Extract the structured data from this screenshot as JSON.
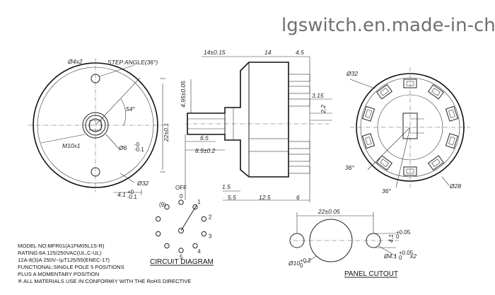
{
  "watermark": "lgswitch.en.made-in-china.com",
  "front_view": {
    "mount_holes": "Ø4x2",
    "step_angle": "STEP ANGLE(36°)",
    "angle": "54°",
    "thread": "M10x1",
    "shaft_dia": "Ø6",
    "shaft_tol_top": "-0",
    "shaft_tol_bot": "-0.1",
    "height": "22±0.1",
    "dia": "Ø32",
    "offset": "4.1",
    "offset_tol_top": "+0",
    "offset_tol_bot": "-0.1"
  },
  "side_view": {
    "dim_a": "14±0.15",
    "dim_b": "14",
    "dim_c": "4.5",
    "dim_d": "4.95±0.05",
    "dim_e": "3.15",
    "dim_f": "2.2",
    "dim_g": "6.5",
    "dim_h": "8.5±0.2",
    "dim_i": "1.5",
    "dim_j": "5.5",
    "dim_k": "12.5",
    "dim_l": "6"
  },
  "rear_view": {
    "dia": "Ø32",
    "angle_1": "36°",
    "angle_2": "36°",
    "inner_dia": "Ø28"
  },
  "circuit": {
    "off_label": "OFF",
    "positions": [
      "0",
      "1",
      "2",
      "3",
      "4",
      "5"
    ],
    "extra": "(9)",
    "title": "CIRCUIT DIAGRAM"
  },
  "panel": {
    "width": "22±0.05",
    "slot": "4.1",
    "slot_tol_top": "+0.05",
    "slot_tol_bot": "0",
    "hole_dia": "Ø4.1",
    "hole_tol_top": "+0.05",
    "hole_tol_bot": "0",
    "hole_count": "x2",
    "center_dia": "Ø10",
    "center_tol_top": "+0.2",
    "center_tol_bot": "0",
    "title": "PANEL CUTOUT"
  },
  "specs": [
    "MODEL NO:MFR01(A1FM05L1S-R)",
    "RATING:6A 125/250VAC(UL,C-UL)",
    "12A-8(3)A 250V~/μT125/55(ENEC-17)",
    "FUNCTIONAL:SINGLE POLE 5 POSITIONS",
    "PLUS A MOMENTARY POSITION",
    "※ ALL MATERIALS USE IN CONFORMIY  WITH THE RoHS DIRECTIVE"
  ]
}
